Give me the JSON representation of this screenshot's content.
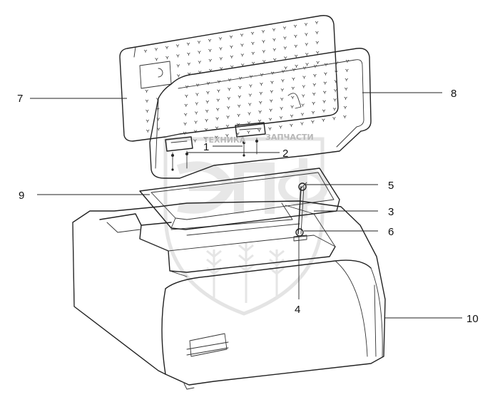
{
  "watermark": {
    "text_left": "ТЕХНИКА",
    "text_right": "ЗАПЧАСТИ",
    "logo_letters": "ЭПФ"
  },
  "callouts": [
    {
      "id": "1",
      "label": "1"
    },
    {
      "id": "2",
      "label": "2"
    },
    {
      "id": "3",
      "label": "3"
    },
    {
      "id": "4",
      "label": "4"
    },
    {
      "id": "5",
      "label": "5"
    },
    {
      "id": "6",
      "label": "6"
    },
    {
      "id": "7",
      "label": "7"
    },
    {
      "id": "8",
      "label": "8"
    },
    {
      "id": "9",
      "label": "9"
    },
    {
      "id": "10",
      "label": "10"
    }
  ],
  "colors": {
    "line": "#222222",
    "watermark": "#c8c8c8",
    "background": "#ffffff"
  }
}
